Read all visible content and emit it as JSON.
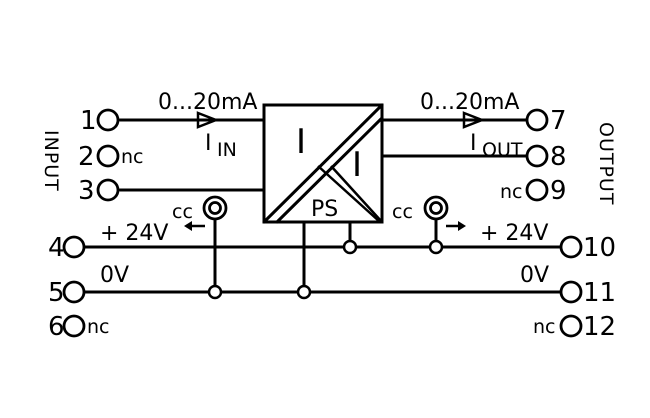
{
  "side_labels": {
    "left": "INPUT",
    "right": "OUTPUT"
  },
  "terminals": {
    "t1": "1",
    "t2": "2",
    "t3": "3",
    "t4": "4",
    "t5": "5",
    "t6": "6",
    "t7": "7",
    "t8": "8",
    "t9": "9",
    "t10": "10",
    "t11": "11",
    "t12": "12"
  },
  "nc_label": "nc",
  "signals": {
    "input_range": "0...20mA",
    "output_range": "0...20mA",
    "input_current": "I",
    "input_current_sub": "IN",
    "output_current": "I",
    "output_current_sub": "OUT"
  },
  "module": {
    "input_block": "I",
    "output_block": "I",
    "power_block": "PS"
  },
  "supply": {
    "plus": "+ 24V",
    "zero": "0V"
  },
  "cc_label": "cc"
}
